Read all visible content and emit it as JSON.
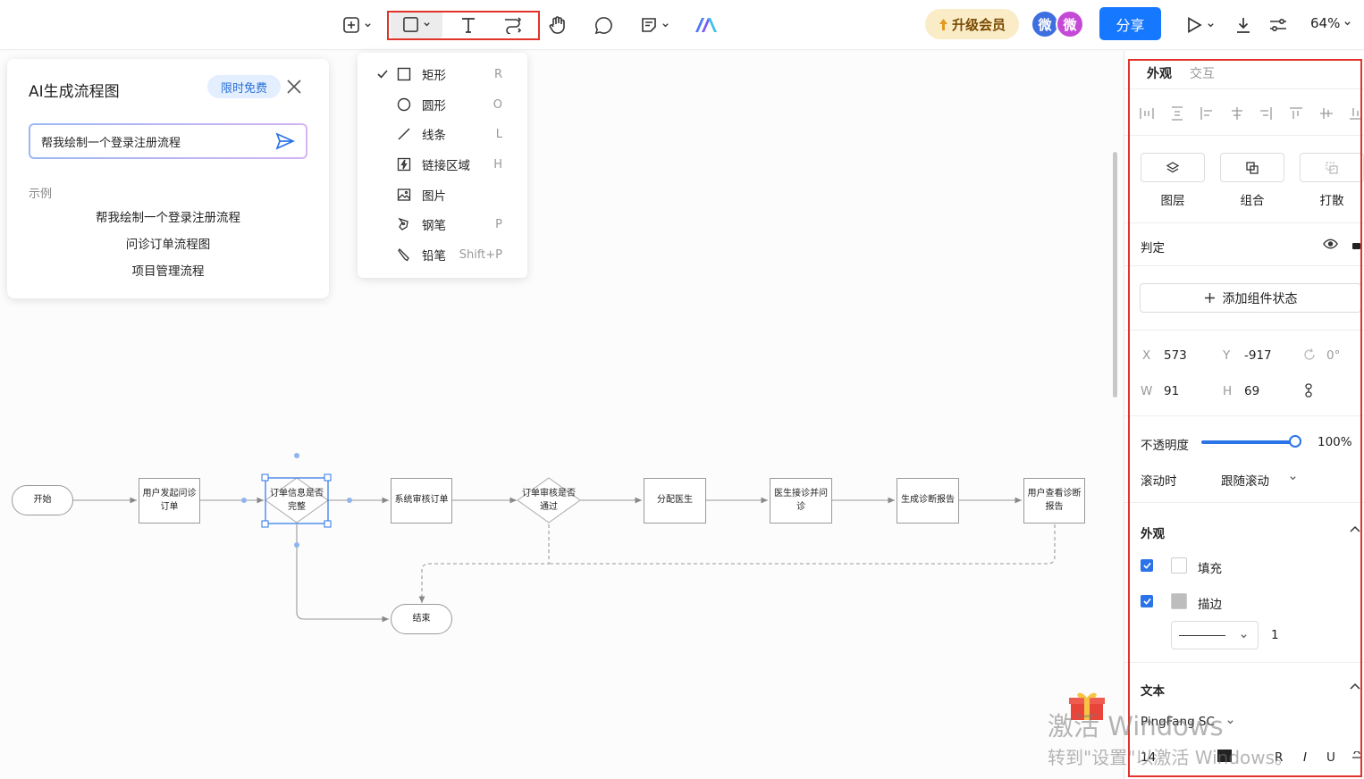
{
  "toolbar": {
    "upgrade_label": "升级会员",
    "avatar_1": "微",
    "avatar_2": "微",
    "share_label": "分享",
    "zoom": "64%"
  },
  "ai_panel": {
    "title": "AI生成流程图",
    "badge": "限时免费",
    "input_value": "帮我绘制一个登录注册流程",
    "example_label": "示例",
    "examples": [
      "帮我绘制一个登录注册流程",
      "问诊订单流程图",
      "项目管理流程"
    ]
  },
  "shape_menu": {
    "items": [
      {
        "label": "矩形",
        "key": "R",
        "checked": true
      },
      {
        "label": "圆形",
        "key": "O"
      },
      {
        "label": "线条",
        "key": "L"
      },
      {
        "label": "链接区域",
        "key": "H"
      },
      {
        "label": "图片",
        "key": ""
      },
      {
        "label": "钢笔",
        "key": "P"
      },
      {
        "label": "铅笔",
        "key": "Shift+P"
      }
    ]
  },
  "flowchart": {
    "nodes": [
      {
        "id": "start",
        "text": "开始"
      },
      {
        "id": "n1",
        "text": "用户发起问诊订单"
      },
      {
        "id": "n2",
        "text": "订单信息是否完整"
      },
      {
        "id": "n3",
        "text": "系统审核订单"
      },
      {
        "id": "n4",
        "text": "订单审核是否通过"
      },
      {
        "id": "n5",
        "text": "分配医生"
      },
      {
        "id": "n6",
        "text": "医生接诊并问诊"
      },
      {
        "id": "n7",
        "text": "生成诊断报告"
      },
      {
        "id": "n8",
        "text": "用户查看诊断报告"
      },
      {
        "id": "end",
        "text": "结束"
      }
    ]
  },
  "right_panel": {
    "tabs": [
      "外观",
      "交互"
    ],
    "ops": [
      "图层",
      "组合",
      "打散"
    ],
    "layer_name": "判定",
    "add_state": "添加组件状态",
    "x_label": "X",
    "x": "573",
    "y_label": "Y",
    "y": "-917",
    "rotation": "0°",
    "w_label": "W",
    "w": "91",
    "h_label": "H",
    "h": "69",
    "opacity_label": "不透明度",
    "opacity": "100%",
    "opacity_level": 1.0,
    "scroll_label": "滚动时",
    "scroll_value": "跟随滚动",
    "appearance_title": "外观",
    "fill_label": "填充",
    "stroke_label": "描边",
    "stroke_width": "1",
    "text_title": "文本",
    "font_name": "PingFang SC",
    "font_size": "14",
    "style_r": "R",
    "style_i": "I",
    "style_u": "U",
    "accent": "#2a73e8",
    "highlight": "#e2332a"
  },
  "watermark": {
    "line1": "激活 Windows",
    "line2": "转到\"设置\"以激活 Windows。"
  }
}
